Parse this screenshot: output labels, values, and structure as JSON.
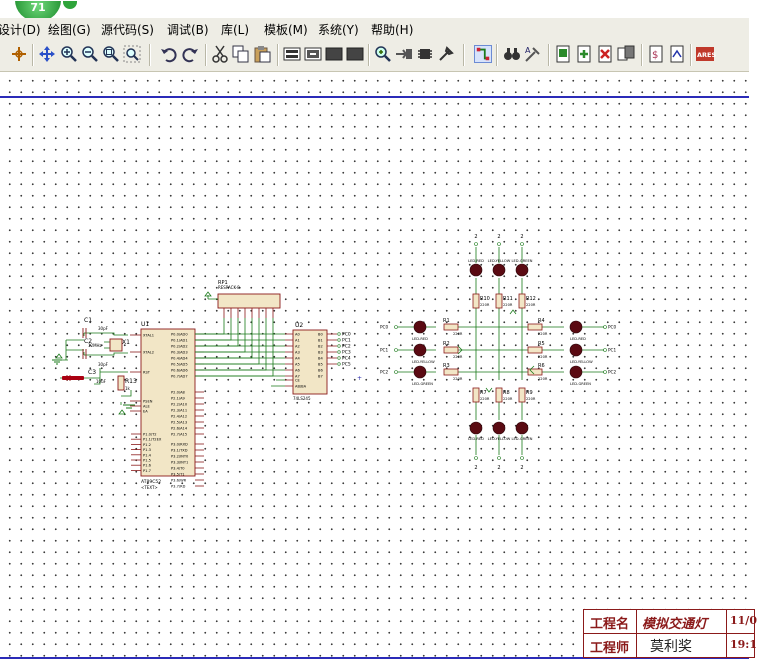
{
  "notification": {
    "count": "71"
  },
  "menu": [
    "设计(D)",
    "绘图(G)",
    "源代码(S)",
    "调试(B)",
    "库(L)",
    "模板(M)",
    "系统(Y)",
    "帮助(H)"
  ],
  "toolbar_icons": [
    "crosshair-icon",
    "pan-icon",
    "zoom-in-icon",
    "zoom-out-icon",
    "zoom-all-icon",
    "zoom-area-icon",
    "undo-icon",
    "redo-icon",
    "cut-icon",
    "copy-icon",
    "paste-icon",
    "block-copy-icon",
    "block-move-icon",
    "block-rotate-icon",
    "block-delete-icon",
    "pick-device-icon",
    "make-device-icon",
    "package-tool-icon",
    "decompose-icon",
    "wire-autorouter-icon",
    "search-icon",
    "property-assign-icon",
    "new-sheet-icon",
    "add-sheet-icon",
    "remove-sheet-icon",
    "goto-sheet-icon",
    "bill-of-materials-icon",
    "netlist-icon",
    "ares-icon"
  ],
  "toolbar_ares_label": "ARES",
  "schematic": {
    "u1": {
      "ref": "U1",
      "part": "AT89C52",
      "part2": "<TEXT>"
    },
    "u2": {
      "ref": "U2",
      "part": "74LS245"
    },
    "rp1": {
      "ref": "RP1",
      "part": "RESPACK-8"
    },
    "c1": {
      "ref": "C1",
      "value": "30pF"
    },
    "c2": {
      "ref": "C2",
      "value": "30pF"
    },
    "c3": {
      "ref": "C3",
      "value": "10uF"
    },
    "x1": {
      "ref": "X1",
      "value": "12MHz"
    },
    "r13": {
      "ref": "R13",
      "value": "1k"
    },
    "u1_left_pins": [
      "XTAL1",
      "XTAL2",
      "RST",
      "PSEN",
      "ALE",
      "EA"
    ],
    "u1_right_pins": [
      "P0.0/AD0",
      "P0.1/AD1",
      "P0.2/AD2",
      "P0.3/AD3",
      "P0.4/AD4",
      "P0.5/AD5",
      "P0.6/AD6",
      "P0.7/AD7",
      "P2.0/A8",
      "P2.1/A9",
      "P2.2/A10",
      "P2.3/A11",
      "P2.4/A12",
      "P2.5/A13",
      "P2.6/A14",
      "P2.7/A15",
      "P3.0/RXD",
      "P3.1/TXD",
      "P3.2/INT0",
      "P3.3/INT1",
      "P3.4/T0",
      "P3.5/T1",
      "P3.6/WR",
      "P3.7/RD"
    ],
    "u1_p1_pins": [
      "P1.0/T2",
      "P1.1/T2EX",
      "P1.2",
      "P1.3",
      "P1.4",
      "P1.5",
      "P1.6",
      "P1.7"
    ],
    "u2_pins_a": [
      "A0",
      "A1",
      "A2",
      "A3",
      "A4",
      "A5",
      "A6",
      "A7"
    ],
    "u2_pins_b": [
      "B0",
      "B1",
      "B2",
      "B3",
      "B4",
      "B5",
      "B6",
      "B7"
    ],
    "u2_ctrl": [
      "CE",
      "AB/BA"
    ],
    "u2_outputs": [
      "PC0",
      "PC1",
      "PC2",
      "PC3",
      "PC4",
      "PC5"
    ],
    "res_value": "220R",
    "resistors": [
      "R1",
      "R2",
      "R3",
      "R4",
      "R5",
      "R6",
      "R7",
      "R8",
      "R9",
      "R10",
      "R11",
      "R12"
    ],
    "led_labels": {
      "red": "LED-RED",
      "yellow": "LED-YELLOW",
      "green": "LED-GREEN"
    },
    "ports": [
      "PC0",
      "PC1",
      "PC2",
      "PC3",
      "PC4",
      "PC5"
    ],
    "ground_label": "2"
  },
  "title_block": {
    "project_label": "工程名",
    "project_value": "模拟交通灯",
    "engineer_label": "工程师",
    "engineer_value": "莫利奖",
    "date": "11/0",
    "time": "19:1"
  },
  "colors": {
    "wire": "#1a7a1a",
    "component": "#8b1a1a",
    "body": "#f2e6c6",
    "led": "#5a0a12",
    "sheet_border": "#2b2bb8"
  }
}
